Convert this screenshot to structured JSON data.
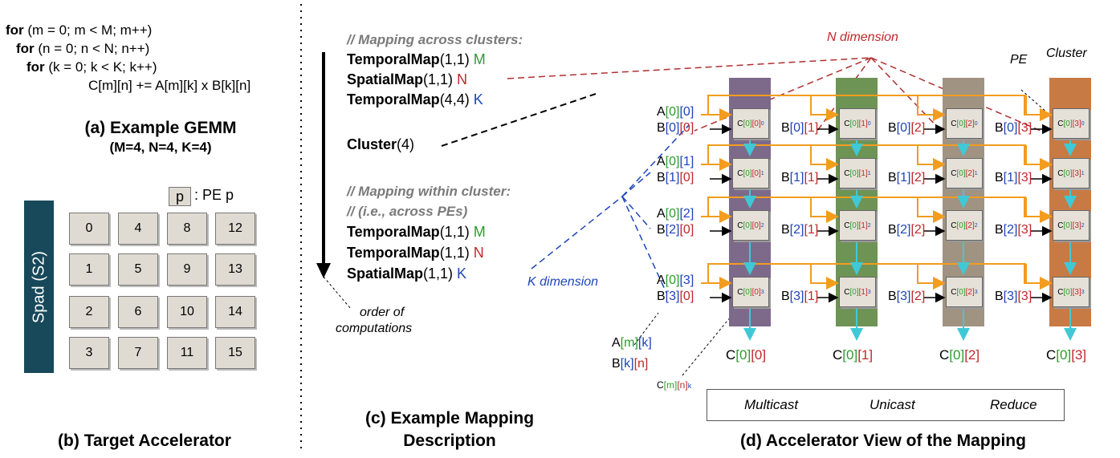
{
  "gemm": {
    "line1_kw": "for",
    "line1_rest": " (m = 0; m < M; m++)",
    "line2_kw": "for",
    "line2_rest": " (n = 0; n < N; n++)",
    "line3_kw": "for",
    "line3_rest": " (k = 0; k < K; k++)",
    "line4": "C[m][n] += A[m][k] x B[k][n]",
    "caption": "(a) Example GEMM",
    "subcaption": "(M=4, N=4, K=4)"
  },
  "accelerator": {
    "legend_box": "p",
    "legend_text": ": PE p",
    "spad_label": "Spad (S2)",
    "pes": [
      "0",
      "4",
      "8",
      "12",
      "1",
      "5",
      "9",
      "13",
      "2",
      "6",
      "10",
      "14",
      "3",
      "7",
      "11",
      "15"
    ],
    "caption": "(b) Target Accelerator"
  },
  "mapping": {
    "comment1": "// Mapping across clusters:",
    "l1_kw": "TemporalMap",
    "l1_args": "(1,1) ",
    "l1_dim": "M",
    "l2_kw": "SpatialMap",
    "l2_args": "(1,1) ",
    "l2_dim": "N",
    "l3_kw": "TemporalMap",
    "l3_args": "(4,4) ",
    "l3_dim": "K",
    "cluster_kw": "Cluster",
    "cluster_args": "(4)",
    "comment2": "// Mapping within cluster:",
    "comment3": "// (i.e., across PEs)",
    "l4_kw": "TemporalMap",
    "l4_args": "(1,1) ",
    "l4_dim": "M",
    "l5_kw": "TemporalMap",
    "l5_args": "(1,1) ",
    "l5_dim": "N",
    "l6_kw": "SpatialMap",
    "l6_args": "(1,1) ",
    "l6_dim": "K",
    "order1": "order of",
    "order2": "computations",
    "k_dimension": "K dimension",
    "caption1": "(c) Example Mapping",
    "caption2": "Description"
  },
  "view": {
    "n_dimension": "N dimension",
    "pe_label": "PE",
    "cluster_label": "Cluster",
    "a_labels": [
      "A[0][0]",
      "A[0][1]",
      "A[0][2]",
      "A[0][3]"
    ],
    "outputs": [
      "C[0][0]",
      "C[0][1]",
      "C[0][2]",
      "C[0][3]"
    ],
    "key_a": "A[m][k]",
    "key_b": "B[k][n]",
    "key_c": "C[m][n]k",
    "legend": [
      "Multicast",
      "Unicast",
      "Reduce"
    ],
    "caption": "(d) Accelerator View of the Mapping"
  },
  "colors": {
    "cluster1": "#7d6a8a",
    "cluster2": "#6e9455",
    "cluster3": "#a09382",
    "cluster4": "#c87a45",
    "multicast": "#f39c1e",
    "unicast": "#000000",
    "reduce": "#3fc9d6",
    "m_dim": "#2e9b2e",
    "n_dim": "#c0282c",
    "k_dim": "#1f45b8"
  }
}
